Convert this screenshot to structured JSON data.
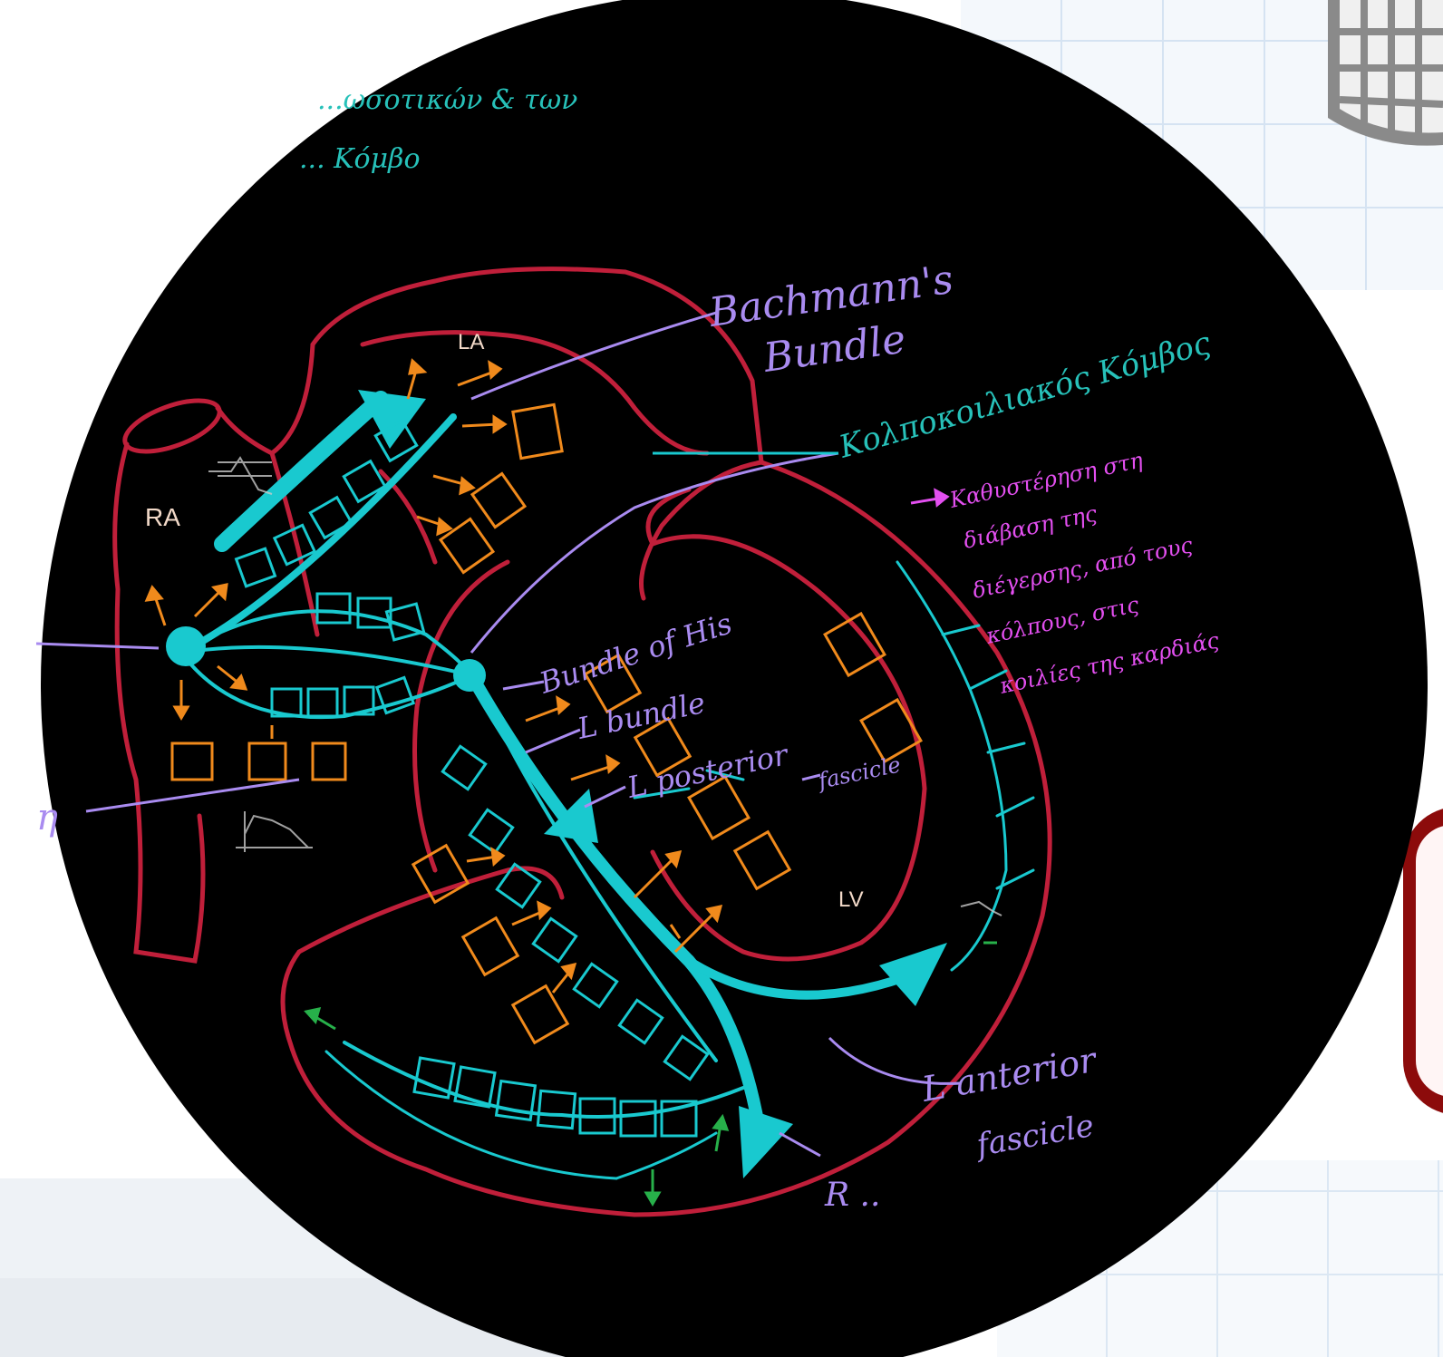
{
  "colors": {
    "board": "#000000",
    "heart_outline": "#c01f3a",
    "conduction": "#19c9cf",
    "myocyte": "#f08a1c",
    "callout": "#a98bf0",
    "note": "#e34ff0",
    "node_label": "#27c1b9",
    "chamber_label": "#f2d9c8",
    "green_arrow": "#27b04a"
  },
  "icon": "calendar-grid-icon",
  "labels": {
    "top_note_1": "...ωσοτικών & των",
    "top_note_2": "... Κόμβο",
    "ra": "RA",
    "la": "LA",
    "lv": "LV",
    "bachmann_1": "Bachmann's",
    "bachmann_2": "Bundle",
    "av_node": "Κολποκοιλιακός Κόμβος",
    "note_1": "Καθυστέρηση στη",
    "note_2": "διάβαση της",
    "note_3": "διέγερσης, από τους",
    "note_4": "κόλπους, στις",
    "note_5": "κοιλίες της καρδιάς",
    "bundle_his": "Bundle of His",
    "l_bundle": "L bundle",
    "l_posterior_1": "L posterior",
    "l_posterior_2": "fascicle",
    "l_anterior_1": "L anterior",
    "l_anterior_2": "fascicle",
    "r_bundle": "R ..",
    "left_cut_label": "η"
  }
}
